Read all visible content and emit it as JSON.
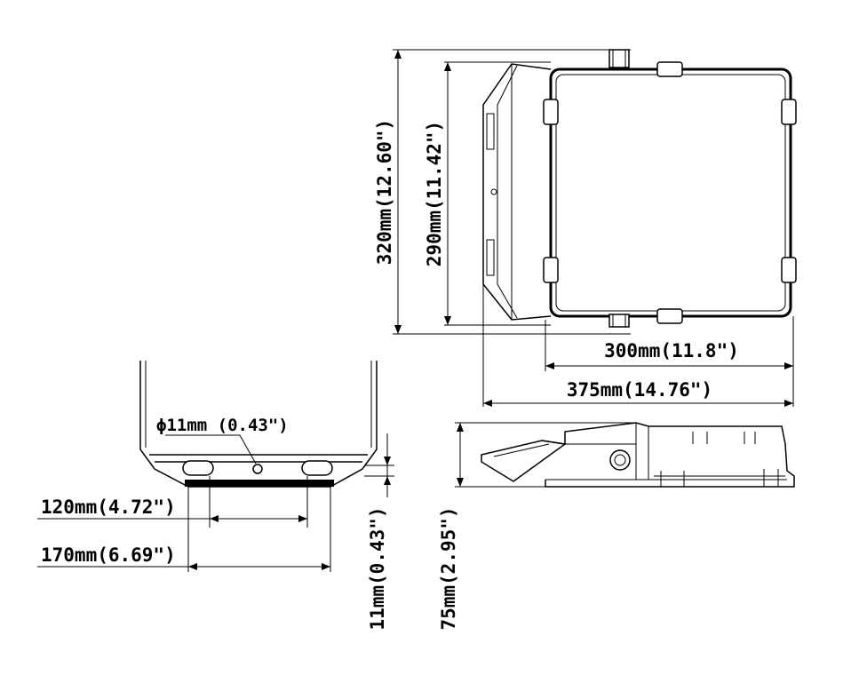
{
  "dimensions": {
    "height_320": "320mm(12.60\")",
    "height_290": "290mm(11.42\")",
    "width_300": "300mm(11.8\")",
    "width_375": "375mm(14.76\")",
    "hole_diameter": "ϕ11mm (0.43\")",
    "spacing_120": "120mm(4.72\")",
    "spacing_170": "170mm(6.69\")",
    "thickness_11": "11mm(0.43\")",
    "depth_75": "75mm(2.95\")"
  },
  "colors": {
    "line": "#000000",
    "background": "#ffffff"
  }
}
